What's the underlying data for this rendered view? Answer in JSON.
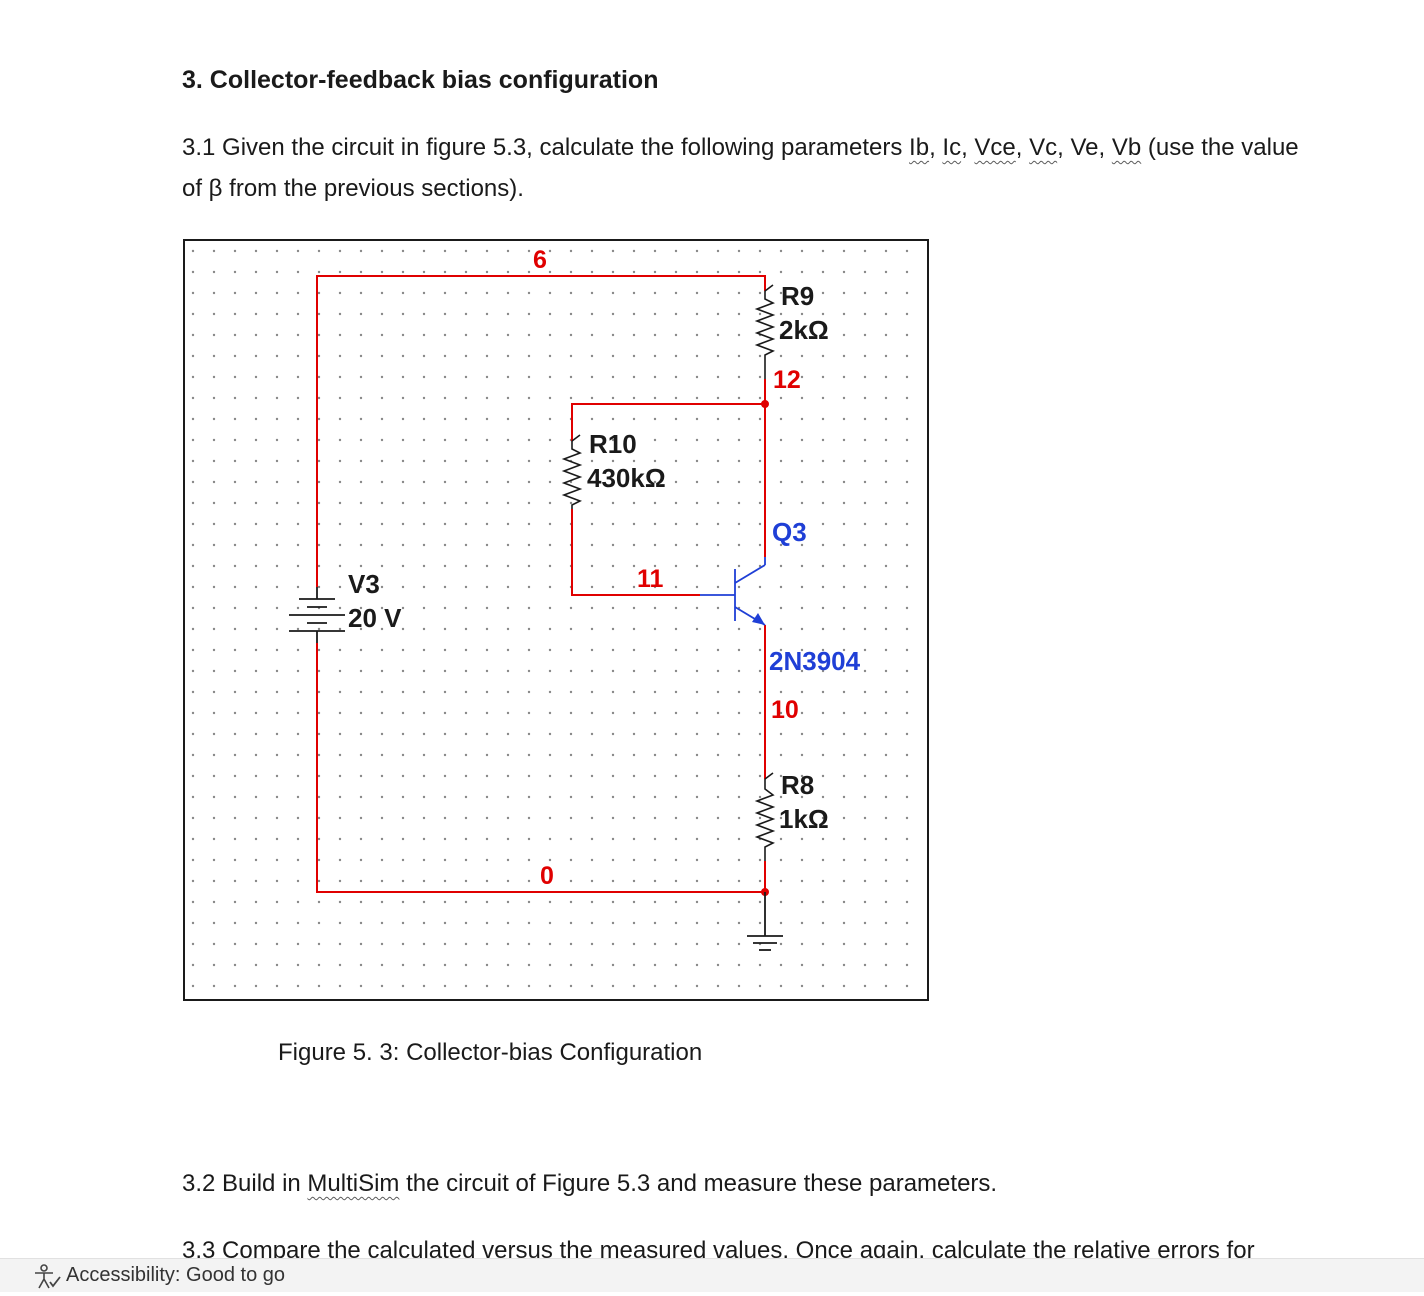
{
  "document": {
    "heading": "3. Collector-feedback bias configuration",
    "para_3_1": {
      "before": "3.1 Given the circuit in figure 5.3, calculate the following parameters ",
      "ib": "Ib",
      "sep1": ", ",
      "ic": "Ic",
      "sep2": ", ",
      "vce": "Vce",
      "sep3": ", ",
      "vc": "Vc",
      "sep4": ", Ve, ",
      "vb": "Vb",
      "after": " (use the value",
      "line2": "of β from the previous sections)."
    },
    "caption": "Figure 5. 3: Collector-bias Configuration",
    "para_3_2": {
      "before": "3.2 Build in ",
      "multisim": "MultiSim",
      "after": " the circuit of Figure 5.3 and measure these parameters."
    },
    "para_3_3": "3.3 Compare the calculated versus the measured values. Once again, calculate the relative errors for"
  },
  "schematic": {
    "nodes": {
      "n6": "6",
      "n12": "12",
      "n11": "11",
      "n10": "10",
      "n0": "0"
    },
    "source": {
      "ref": "V3",
      "value": "20 V"
    },
    "r9": {
      "ref": "R9",
      "value": "2kΩ"
    },
    "r10": {
      "ref": "R10",
      "value": "430kΩ"
    },
    "r8": {
      "ref": "R8",
      "value": "1kΩ"
    },
    "transistor": {
      "ref": "Q3",
      "model": "2N3904"
    },
    "colors": {
      "wire": "#e00000",
      "component": "#1a1a1a",
      "part": "#1f3fd6",
      "node_label": "#e00000",
      "grid_dot": "#888888"
    }
  },
  "status_bar": {
    "icon": "accessibility-icon",
    "text": "Accessibility: Good to go"
  }
}
